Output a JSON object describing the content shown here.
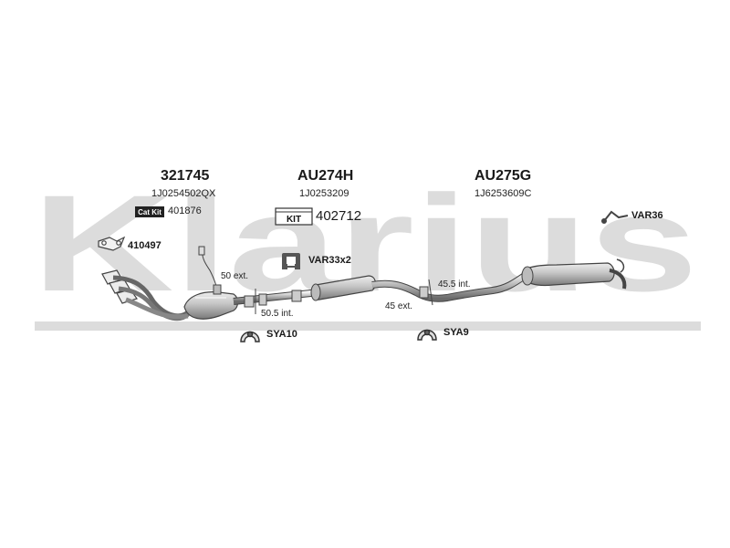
{
  "watermark": {
    "text": "Klarius",
    "color": "#dcdcdc"
  },
  "parts": [
    {
      "part_no": "321745",
      "oe_no": "1J0254502QX"
    },
    {
      "part_no": "AU274H",
      "oe_no": "1J0253209"
    },
    {
      "part_no": "AU275G",
      "oe_no": "1J6253609C"
    }
  ],
  "cat_kit": {
    "badge": "Cat Kit",
    "number": "401876"
  },
  "kit": {
    "badge": "KIT",
    "number": "402712"
  },
  "accessories": {
    "gasket": "410497",
    "clamp": "VAR33x2",
    "hanger_front": "SYA10",
    "hanger_mid": "SYA9",
    "rear_bracket": "VAR36"
  },
  "dimensions": {
    "front_ext": "50 ext.",
    "front_int": "50.5 int.",
    "rear_int": "45.5 int.",
    "rear_ext": "45 ext."
  },
  "colors": {
    "pipe": "#444444",
    "shade": "#9a9a9a"
  }
}
